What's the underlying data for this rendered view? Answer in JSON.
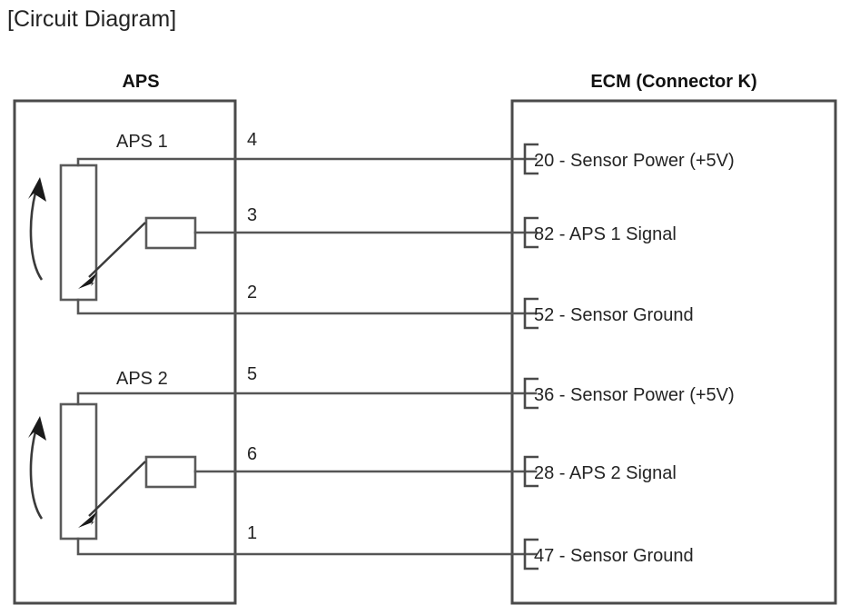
{
  "page": {
    "title": "[Circuit Diagram]",
    "background_color": "#ffffff",
    "line_color": "#555555",
    "text_color": "#242424"
  },
  "headers": {
    "left": "APS",
    "right": "ECM (Connector K)"
  },
  "modules": [
    {
      "label": "APS 1",
      "pins": [
        {
          "number": "4",
          "role": "power"
        },
        {
          "number": "3",
          "role": "signal"
        },
        {
          "number": "2",
          "role": "ground"
        }
      ]
    },
    {
      "label": "APS 2",
      "pins": [
        {
          "number": "5",
          "role": "power"
        },
        {
          "number": "6",
          "role": "signal"
        },
        {
          "number": "1",
          "role": "ground"
        }
      ]
    }
  ],
  "ecm_pins": [
    {
      "number": "20",
      "separator": "-",
      "name": "Sensor Power (+5V)",
      "text": "20 - Sensor Power (+5V)"
    },
    {
      "number": "82",
      "separator": "-",
      "name": "APS 1 Signal",
      "text": "82 - APS 1 Signal"
    },
    {
      "number": "52",
      "separator": "-",
      "name": "Sensor Ground",
      "text": "52 - Sensor Ground"
    },
    {
      "number": "36",
      "separator": "-",
      "name": "Sensor Power (+5V)",
      "text": "36 - Sensor Power (+5V)"
    },
    {
      "number": "28",
      "separator": "-",
      "name": "APS 2 Signal",
      "text": "28 - APS 2 Signal"
    },
    {
      "number": "47",
      "separator": "-",
      "name": "Sensor Ground",
      "text": "47 - Sensor Ground"
    }
  ],
  "connections": [
    {
      "from_pin": "4",
      "to_pin": "20"
    },
    {
      "from_pin": "3",
      "to_pin": "82"
    },
    {
      "from_pin": "2",
      "to_pin": "52"
    },
    {
      "from_pin": "5",
      "to_pin": "36"
    },
    {
      "from_pin": "6",
      "to_pin": "28"
    },
    {
      "from_pin": "1",
      "to_pin": "47"
    }
  ],
  "symbols": {
    "potentiometer": "variable-resistor",
    "rotation": "rotary-arrow",
    "wiper": "wiper-arrow"
  }
}
